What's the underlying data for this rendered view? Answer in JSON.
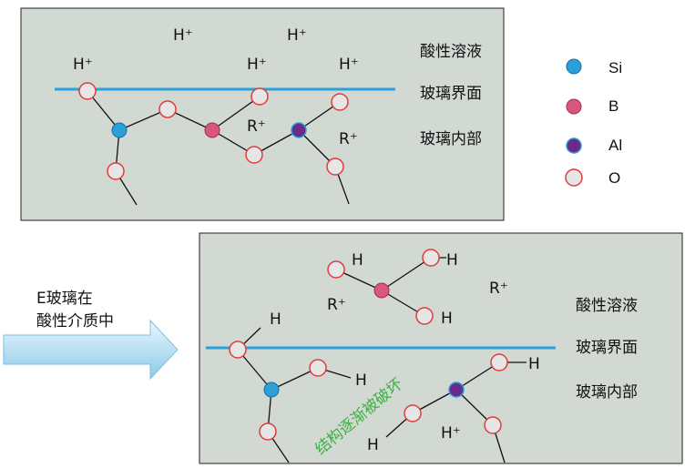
{
  "top_panel": {
    "ion_labels": [
      "H⁺",
      "H⁺",
      "H⁺",
      "H⁺",
      "H⁺"
    ],
    "r_labels": [
      "R⁺",
      "R⁺"
    ],
    "zone_labels": [
      "酸性溶液",
      "玻璃界面",
      "玻璃内部"
    ]
  },
  "bottom_panel": {
    "h_labels": [
      "H",
      "H",
      "H",
      "H",
      "H",
      "H",
      "H"
    ],
    "hplus_label": "H⁺",
    "r_labels": [
      "R⁺",
      "R⁺"
    ],
    "zone_labels": [
      "酸性溶液",
      "玻璃界面",
      "玻璃内部"
    ],
    "diagonal_text": "结构逐渐被破坏"
  },
  "arrow": {
    "line1": "E玻璃在",
    "line2": "酸性介质中"
  },
  "legend": [
    {
      "name": "Si",
      "color": "#2a9fd8"
    },
    {
      "name": "B",
      "color": "#d9577a"
    },
    {
      "name": "Al",
      "color": "#6a2a8a"
    },
    {
      "name": "O",
      "color": "#e6e6e6"
    }
  ],
  "colors": {
    "panel_bg": "#d2d9d3",
    "interface_line": "#2a9fd8",
    "oxygen_stroke": "#e03b3b",
    "diagonal_text": "#3cb043"
  }
}
